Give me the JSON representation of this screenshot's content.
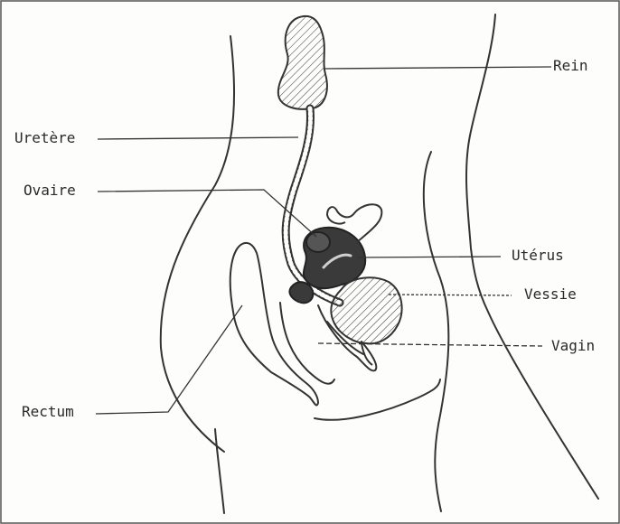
{
  "labels": {
    "rein": "Rein",
    "uretere": "Uretère",
    "ovaire": "Ovaire",
    "uterus": "Utérus",
    "vessie": "Vessie",
    "vagin": "Vagin",
    "rectum": "Rectum"
  },
  "colors": {
    "ink": "#333333",
    "organ_fill": "#3a3a3a",
    "background": "#fdfdfc"
  }
}
